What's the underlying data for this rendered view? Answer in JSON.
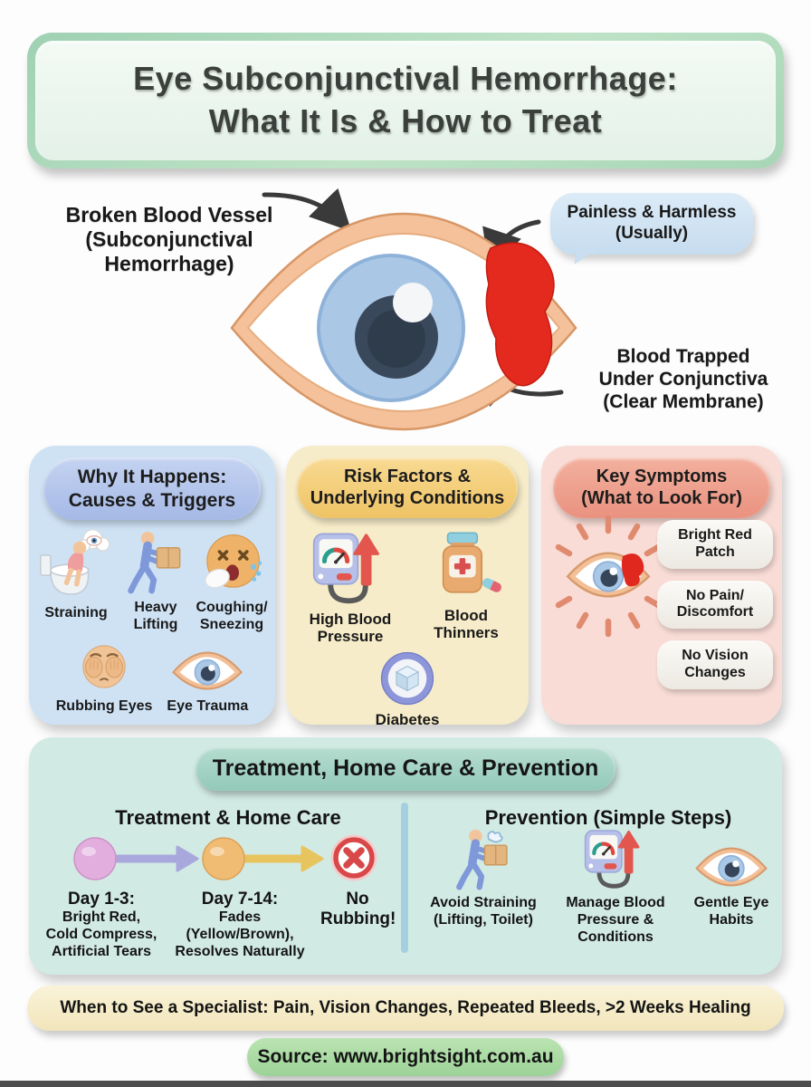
{
  "title": {
    "line1": "Eye Subconjunctival Hemorrhage:",
    "line2": "What It Is & How to Treat"
  },
  "diagram": {
    "broken_vessel_label": "Broken Blood Vessel\n(Subconjunctival\nHemorrhage)",
    "painless_bubble": "Painless & Harmless\n(Usually)",
    "blood_trapped_label": "Blood Trapped\nUnder Conjunctiva\n(Clear Membrane)"
  },
  "causes_panel": {
    "header": "Why It Happens:\nCauses & Triggers",
    "items": [
      {
        "icon": "straining-icon",
        "label": "Straining"
      },
      {
        "icon": "heavy-lifting-icon",
        "label": "Heavy\nLifting"
      },
      {
        "icon": "coughing-sneezing-icon",
        "label": "Coughing/\nSneezing"
      },
      {
        "icon": "rubbing-eyes-icon",
        "label": "Rubbing Eyes"
      },
      {
        "icon": "eye-trauma-icon",
        "label": "Eye Trauma"
      }
    ]
  },
  "risks_panel": {
    "header": "Risk Factors &\nUnderlying Conditions",
    "items": [
      {
        "icon": "blood-pressure-icon",
        "label": "High Blood\nPressure"
      },
      {
        "icon": "blood-thinners-icon",
        "label": "Blood\nThinners"
      },
      {
        "icon": "diabetes-icon",
        "label": "Diabetes"
      }
    ]
  },
  "symptoms_panel": {
    "header": "Key Symptoms\n(What to Look For)",
    "bubbles": [
      "Bright Red\nPatch",
      "No Pain/\nDiscomfort",
      "No Vision\nChanges"
    ]
  },
  "treatment_panel": {
    "header": "Treatment, Home Care & Prevention",
    "left_title": "Treatment & Home Care",
    "right_title": "Prevention (Simple Steps)",
    "timeline": [
      {
        "title": "Day 1-3:",
        "desc": "Bright Red,\nCold Compress,\nArtificial Tears"
      },
      {
        "title": "Day 7-14:",
        "desc": "Fades\n(Yellow/Brown),\nResolves Naturally"
      }
    ],
    "no_rubbing": "No\nRubbing!",
    "prevention_items": [
      {
        "icon": "avoid-straining-icon",
        "label": "Avoid Straining\n(Lifting, Toilet)"
      },
      {
        "icon": "manage-bp-icon",
        "label": "Manage Blood\nPressure &\nConditions"
      },
      {
        "icon": "gentle-eye-icon",
        "label": "Gentle Eye\nHabits"
      }
    ]
  },
  "footer": {
    "specialist_note": "When to See a Specialist: Pain, Vision Changes, Repeated Bleeds, >2 Weeks Healing",
    "source": "Source: www.brightsight.com.au"
  },
  "colors": {
    "title_border": "#9ed1b2",
    "causes_bg": "#cfe2f4",
    "causes_header": "#a5b9e6",
    "risks_bg": "#f6ecc9",
    "risks_header": "#efc365",
    "symptoms_bg": "#f9dcd6",
    "symptoms_header": "#ea9280",
    "treatment_bg": "#d2eae4",
    "treatment_header": "#93c9ba",
    "specialist_bg": "#f1e5ba",
    "source_bg": "#9cd297",
    "hemorrhage_red": "#e4291e",
    "iris_blue": "#aac8e6",
    "lid_peach": "#f4c19a"
  }
}
